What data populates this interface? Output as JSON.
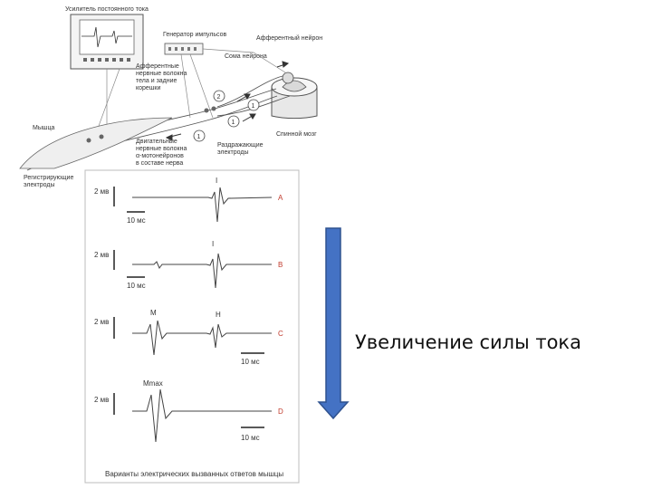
{
  "diagram": {
    "labels": {
      "amplifier": "Усилитель постоянного тока",
      "pulse_generator": "Генератор импульсов",
      "afferent_neuron": "Афферентный нейрон",
      "soma_neuron": "Сома нейрона",
      "afferent_fibers": "Афферентные нервные волокна тела и задние корешки",
      "muscle": "Мышца",
      "recording_electrodes": "Регистрирующие электроды",
      "descending_fibers": "Двигательные нервные волокна α-мотонейронов в составе нерва",
      "stimulating_electrodes": "Раздражающие электроды",
      "spinal_cord": "Спинной мозг"
    },
    "markers": [
      "1",
      "2",
      "1",
      "1"
    ],
    "caption": "Варианты электрических вызванных ответов мышцы",
    "traces": [
      {
        "letter": "A",
        "scale": "2 мв",
        "time": "10 мс",
        "peak_labels": [
          "I"
        ]
      },
      {
        "letter": "B",
        "scale": "2 мв",
        "time": "10 мс",
        "peak_labels": [
          "I"
        ]
      },
      {
        "letter": "C",
        "scale": "2 мв",
        "time": "10 мс",
        "peak_labels": [
          "M",
          "H"
        ]
      },
      {
        "letter": "D",
        "scale": "2 мв",
        "time": "10 мс",
        "peak_labels": [
          "Mmax"
        ]
      }
    ]
  },
  "arrow": {
    "color": "#4472c4",
    "border": "#2f528f"
  },
  "caption": "Увеличение силы тока"
}
